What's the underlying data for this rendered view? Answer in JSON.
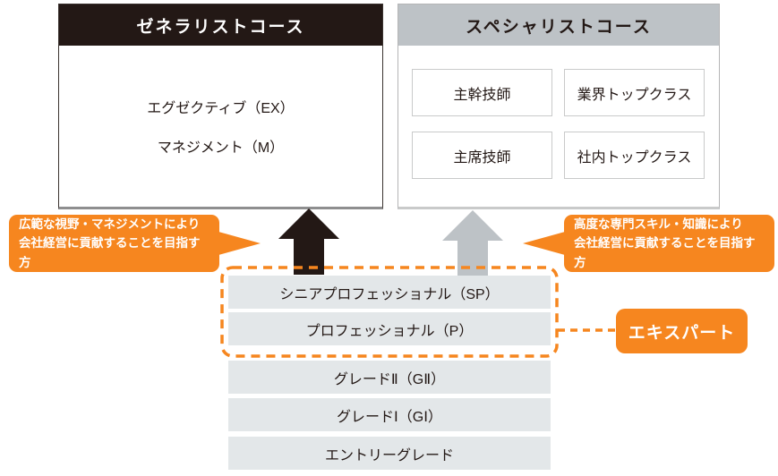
{
  "diagram": {
    "type": "career-course-diagram"
  },
  "colors": {
    "arrow_black": "#231815",
    "arrow_gray": "#bdc2c6",
    "orange": "#f6861f",
    "bar_bg": "#e3e7e9",
    "header_black": "#231815",
    "header_gray": "#bdc2c6"
  },
  "generalist": {
    "title": "ゼネラリストコース",
    "items": [
      {
        "label": "エグゼクティブ（EX）"
      },
      {
        "label": "マネジメント（M）"
      }
    ]
  },
  "specialist": {
    "title": "スペシャリストコース",
    "boxes": [
      {
        "label": "主幹技師"
      },
      {
        "label": "業界トップクラス"
      },
      {
        "label": "主席技師"
      },
      {
        "label": "社内トップクラス"
      }
    ]
  },
  "callouts": {
    "left": {
      "line1": "広範な視野・マネジメントにより",
      "line2": "会社経営に貢献することを目指す方"
    },
    "right": {
      "line1": "高度な専門スキル・知識により",
      "line2": "会社経営に貢献することを目指す方"
    }
  },
  "grades": [
    {
      "label": "シニアプロフェッショナル（SP）"
    },
    {
      "label": "プロフェッショナル（P）"
    },
    {
      "label": "グレードⅡ（GⅡ）"
    },
    {
      "label": "グレードⅠ（GⅠ）"
    },
    {
      "label": "エントリーグレード"
    }
  ],
  "expert_badge": {
    "label": "エキスパート"
  }
}
